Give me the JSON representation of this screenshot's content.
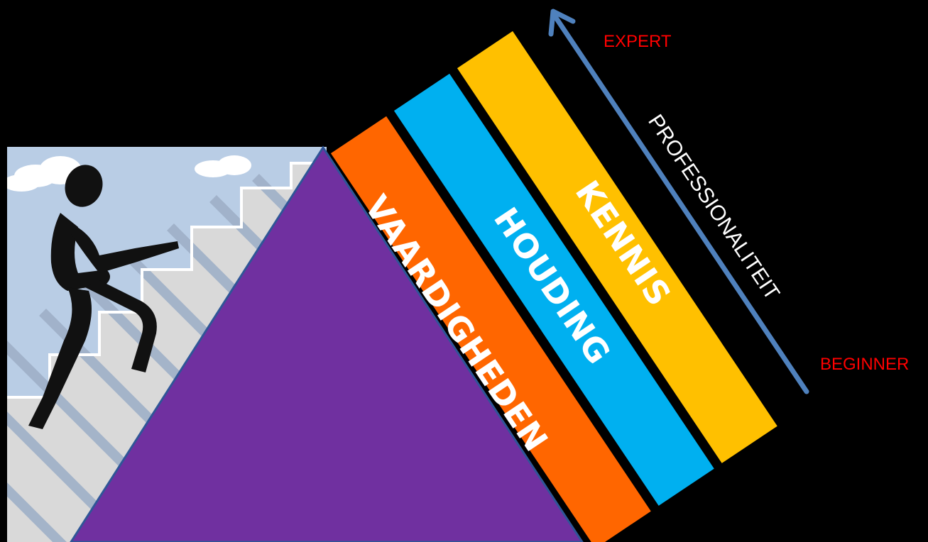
{
  "bands": [
    {
      "label": "VAARDIGHEDEN",
      "color": "#FF6600"
    },
    {
      "label": "HOUDING",
      "color": "#00B0F0"
    },
    {
      "label": "KENNIS",
      "color": "#FFC000"
    }
  ],
  "axis": {
    "label": "PROFESSIONALITEIT",
    "arrow_color": "#4F81BD"
  },
  "levels": {
    "top": "EXPERT",
    "bottom": "BEGINNER",
    "color": "#FF0000"
  },
  "triangle_color": "#7030A0",
  "illustration": {
    "name": "person climbing stairs",
    "sky_color": "#B9CDE5"
  }
}
